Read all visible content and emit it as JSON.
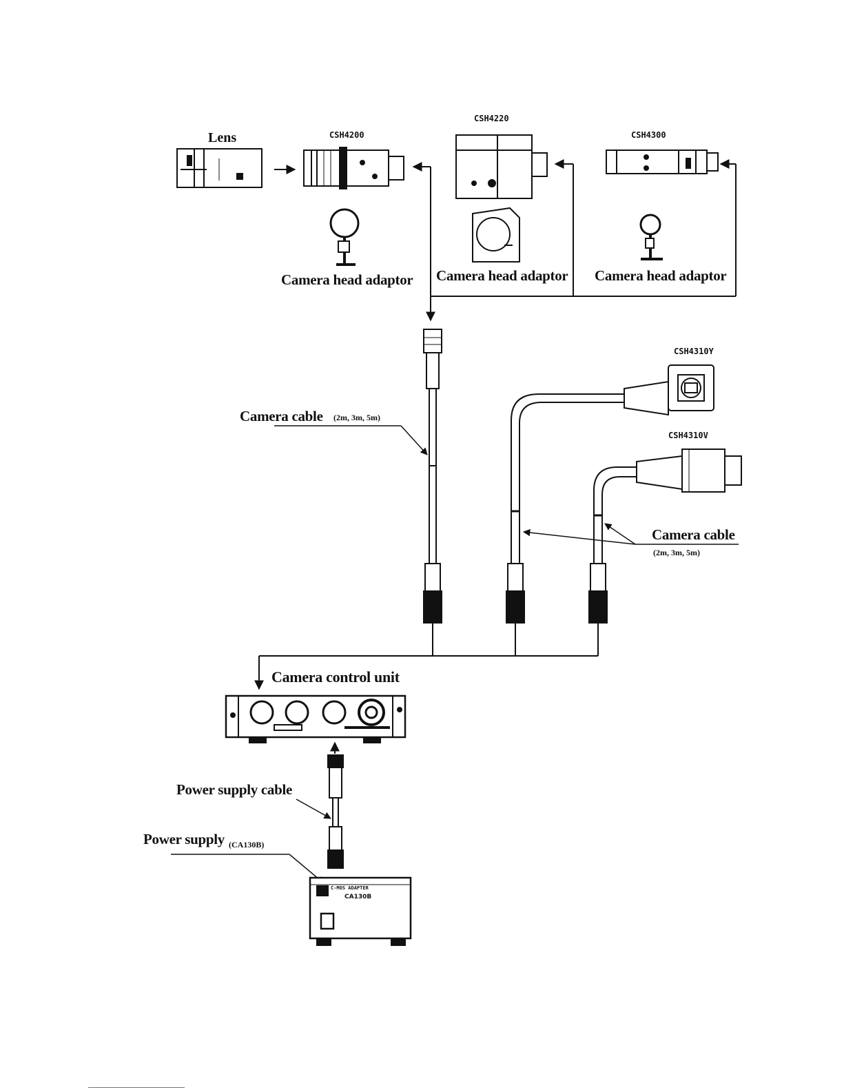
{
  "labels": {
    "lens": "Lens",
    "csh4200": "CSH4200",
    "csh4220": "CSH4220",
    "csh4300": "CSH4300",
    "adaptor_1": "Camera head adaptor",
    "adaptor_2": "Camera head adaptor",
    "adaptor_3": "Camera head adaptor",
    "csh4310y": "CSH4310Y",
    "csh4310v": "CSH4310V",
    "camera_cable_left": "Camera cable",
    "camera_cable_left_len": "(2m, 3m, 5m)",
    "camera_cable_right": "Camera cable",
    "camera_cable_right_len": "(2m, 3m, 5m)",
    "ccu": "Camera control unit",
    "power_cable": "Power supply cable",
    "power_supply": "Power supply",
    "power_supply_model": "(CA130B)",
    "ps_brand": "C-MOS ADAPTER",
    "ps_model_plate": "CA130B"
  },
  "colors": {
    "ink": "#111111",
    "background": "#ffffff",
    "footnote_rule": "#5a6fd0"
  }
}
